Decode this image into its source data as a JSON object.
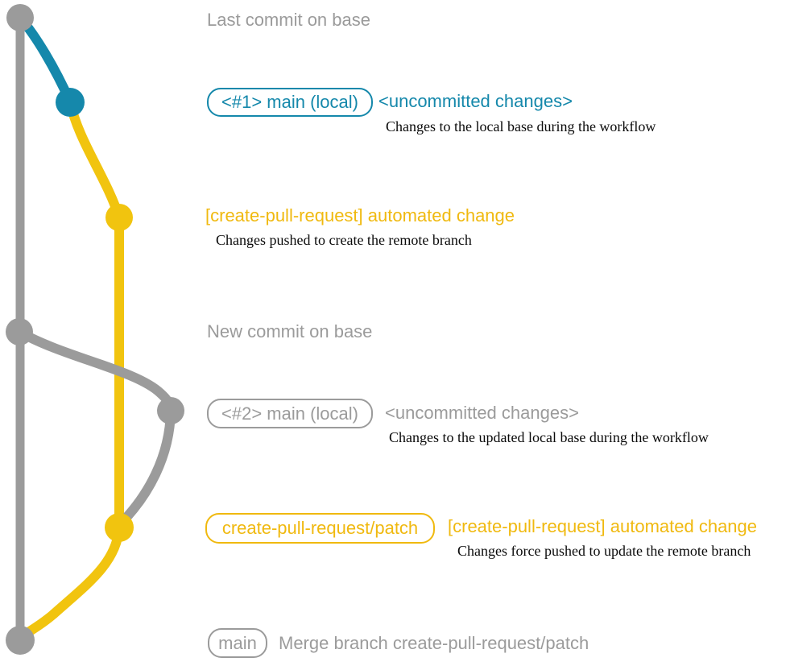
{
  "colors": {
    "gray": "#9b9b9b",
    "teal": "#1588ab",
    "yellow": "#f1c40f",
    "yellow-text": "#f0b90f",
    "ink": "#0a0a0a",
    "background": "#ffffff"
  },
  "annotations": {
    "last_commit_on_base": "Last commit on base",
    "new_commit_on_base": "New commit on base",
    "section1": {
      "branch_box": "<#1> main (local)",
      "status": "<uncommitted changes>",
      "note": "Changes to the local base during the workflow"
    },
    "push1": {
      "commit_message": "[create-pull-request] automated change",
      "note": "Changes pushed to create the remote branch"
    },
    "section2": {
      "branch_box": "<#2> main (local)",
      "status": "<uncommitted changes>",
      "note": "Changes to the updated local base during the workflow"
    },
    "push2": {
      "branch_box": "create-pull-request/patch",
      "commit_message": "[create-pull-request] automated change",
      "note": "Changes force pushed to update the remote branch"
    },
    "merge": {
      "branch_box": "main",
      "commit_message": "Merge branch create-pull-request/patch"
    }
  },
  "graph": {
    "nodes": [
      {
        "name": "base-last-commit",
        "color": "gray"
      },
      {
        "name": "local-main-commit-1",
        "color": "teal"
      },
      {
        "name": "patch-branch-commit-1",
        "color": "yellow"
      },
      {
        "name": "base-new-commit",
        "color": "gray"
      },
      {
        "name": "local-main-commit-2",
        "color": "gray"
      },
      {
        "name": "patch-branch-commit-2",
        "color": "yellow"
      },
      {
        "name": "merge-commit",
        "color": "gray"
      }
    ]
  }
}
